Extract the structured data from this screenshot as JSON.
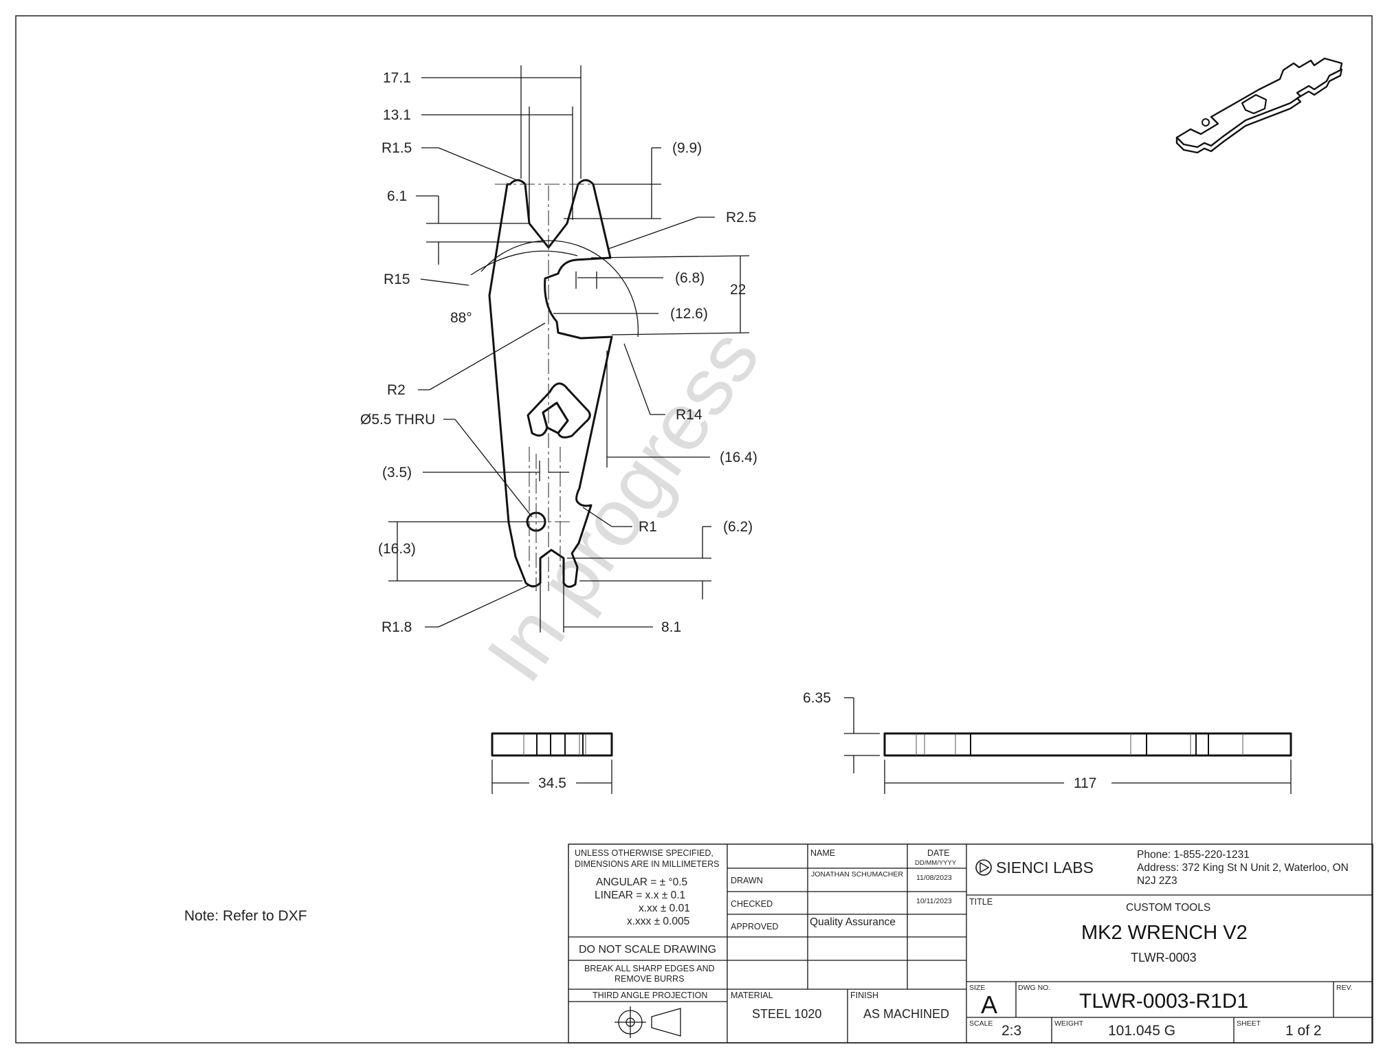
{
  "dims": {
    "d171": "17.1",
    "d131": "13.1",
    "r15a": "R1.5",
    "d99": "(9.9)",
    "d61": "6.1",
    "r25": "R2.5",
    "r15b": "R15",
    "d68": "(6.8)",
    "d22": "22",
    "a88": "88°",
    "d126": "(12.6)",
    "r2": "R2",
    "r14": "R14",
    "hole": "Ø5.5 THRU",
    "d164": "(16.4)",
    "d35": "(3.5)",
    "r1": "R1",
    "d62": "(6.2)",
    "d163": "(16.3)",
    "r18": "R1.8",
    "d81": "8.1",
    "d635": "6.35",
    "d345": "34.5",
    "d117": "117"
  },
  "watermark": "In progress",
  "note": "Note: Refer to DXF",
  "title_block": {
    "tolerances": {
      "header1": "UNLESS OTHERWISE SPECIFIED,",
      "header2": "DIMENSIONS ARE IN MILLIMETERS",
      "angular": "ANGULAR = ± °0.5",
      "linear": "LINEAR = x.x ± 0.1",
      "xx": "x.xx ± 0.01",
      "xxx": "x.xxx  ± 0.005"
    },
    "do_not_scale": "DO NOT SCALE DRAWING",
    "break_edges_1": "BREAK ALL SHARP EDGES AND",
    "break_edges_2": "REMOVE BURRS",
    "projection": "THIRD ANGLE PROJECTION",
    "name_header": "NAME",
    "date_header": "DATE",
    "date_format": "DD/MM/YYYY",
    "drawn_label": "DRAWN",
    "drawn_name": "JONATHAN SCHUMACHER",
    "drawn_date": "11/08/2023",
    "checked_label": "CHECKED",
    "checked_date": "10/11/2023",
    "approved_label": "APPROVED",
    "approved_name": "Quality Assurance",
    "material_label": "MATERIAL",
    "material": "STEEL 1020",
    "finish_label": "FINISH",
    "finish": "AS MACHINED",
    "company": "SIENCI LABS",
    "phone": "Phone: 1-855-220-1231",
    "address1": "Address: 372 King St N Unit 2, Waterloo, ON",
    "address2": "N2J 2Z3",
    "title_label": "TITLE",
    "subtitle": "CUSTOM TOOLS",
    "title": "MK2 WRENCH V2",
    "part_no": "TLWR-0003",
    "size_label": "SIZE",
    "size": "A",
    "dwg_label": "DWG NO.",
    "dwg_no": "TLWR-0003-R1D1",
    "rev_label": "REV.",
    "scale_label": "SCALE",
    "scale": "2:3",
    "weight_label": "WEIGHT",
    "weight": "101.045 G",
    "sheet_label": "SHEET",
    "sheet": "1 of 2"
  }
}
